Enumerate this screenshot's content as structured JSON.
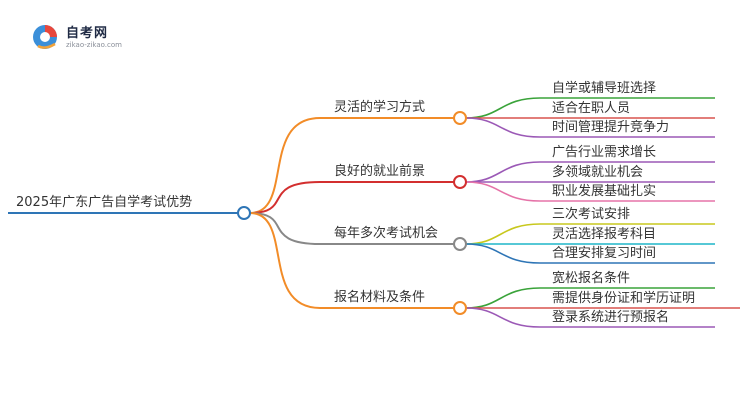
{
  "logo": {
    "title": "自考网",
    "url": "zikao-zikao.com"
  },
  "root": {
    "label": "2025年广东广告自学考试优势",
    "color": "#2e75b6"
  },
  "branches": [
    {
      "label": "灵活的学习方式",
      "color": "#f28c28",
      "children": [
        {
          "label": "自学或辅导班选择",
          "color": "#3aa33a"
        },
        {
          "label": "适合在职人员",
          "color": "#d9534f"
        },
        {
          "label": "时间管理提升竞争力",
          "color": "#9b59b6"
        }
      ]
    },
    {
      "label": "良好的就业前景",
      "color": "#d32f2f",
      "children": [
        {
          "label": "广告行业需求增长",
          "color": "#9b59b6"
        },
        {
          "label": "多领域就业机会",
          "color": "#9b59b6"
        },
        {
          "label": "职业发展基础扎实",
          "color": "#e573a8"
        }
      ]
    },
    {
      "label": "每年多次考试机会",
      "color": "#888888",
      "children": [
        {
          "label": "三次考试安排",
          "color": "#c8c81e"
        },
        {
          "label": "灵活选择报考科目",
          "color": "#1fb6c8"
        },
        {
          "label": "合理安排复习时间",
          "color": "#2e75b6"
        }
      ]
    },
    {
      "label": "报名材料及条件",
      "color": "#f28c28",
      "children": [
        {
          "label": "宽松报名条件",
          "color": "#3aa33a"
        },
        {
          "label": "需提供身份证和学历证明",
          "color": "#d9534f"
        },
        {
          "label": "登录系统进行预报名",
          "color": "#9b59b6"
        }
      ]
    }
  ]
}
